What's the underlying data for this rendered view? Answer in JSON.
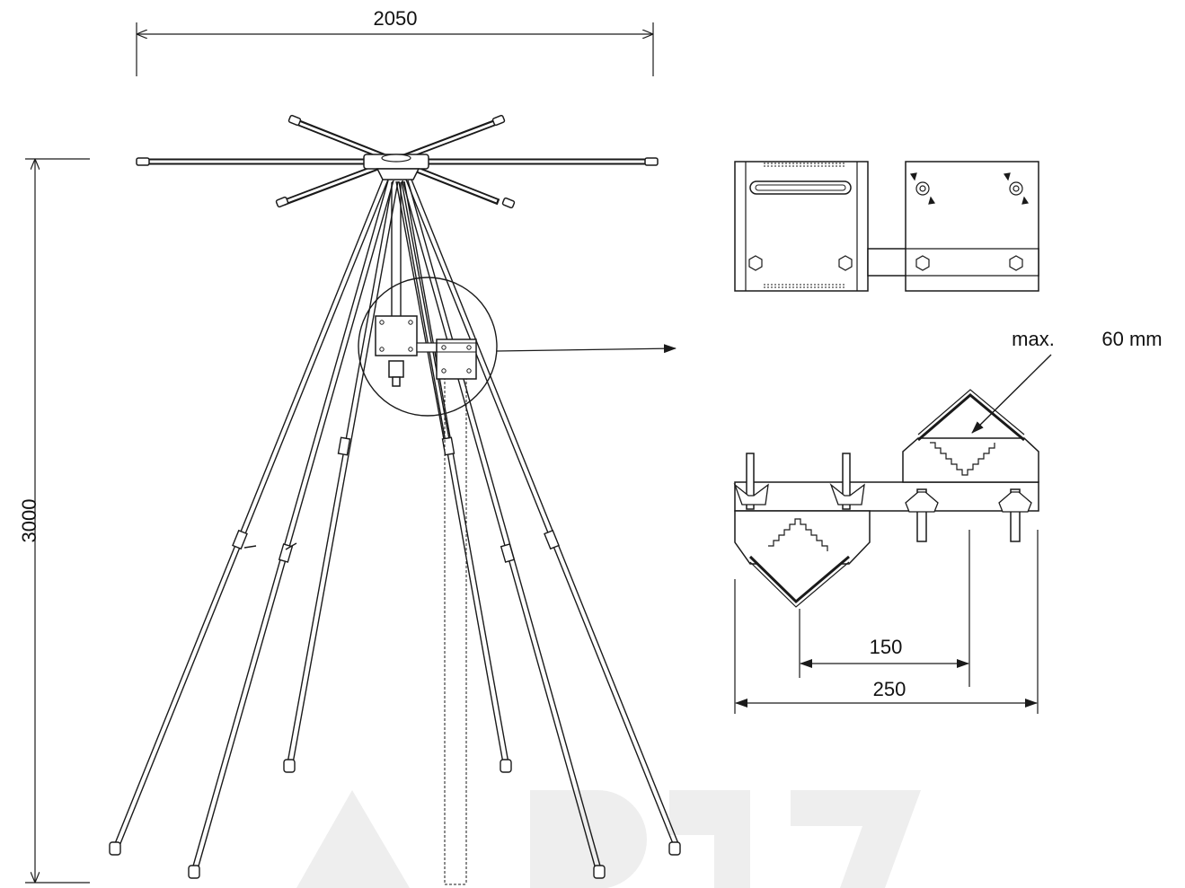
{
  "dimensions": {
    "overall_width": "2050",
    "overall_height": "3000",
    "mast_max_diameter_prefix": "max.",
    "mast_max_diameter_value": "60 mm",
    "clamp_spacing": "150",
    "clamp_total_length": "250"
  },
  "colors": {
    "line": "#1a1a1a",
    "watermark": "#eeeeee",
    "background": "#ffffff"
  }
}
